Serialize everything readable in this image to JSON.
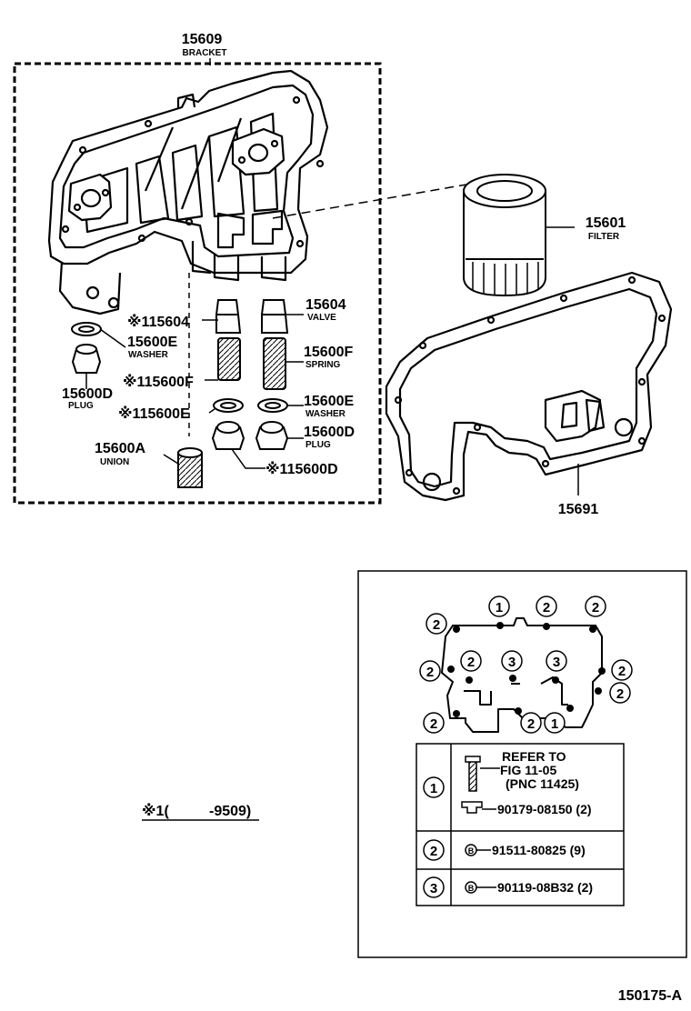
{
  "header": {
    "bracket_pn": "15609",
    "bracket_name": "BRACKET"
  },
  "parts": {
    "filter_pn": "15601",
    "filter_name": "FILTER",
    "valve_pn": "15604",
    "valve_name": "VALVE",
    "valve_pn_left": "※115604",
    "washer_pn_left": "15600E",
    "washer_name_left": "WASHER",
    "plug_pn_left": "15600D",
    "plug_name_left": "PLUG",
    "spring_pn_left": "※115600F",
    "washer_pn_left2": "※115600E",
    "union_pn": "15600A",
    "union_name": "UNION",
    "spring_pn": "15600F",
    "spring_name": "SPRING",
    "washer_pn_right": "15600E",
    "washer_name_right": "WASHER",
    "plug_pn_right": "15600D",
    "plug_name_right": "PLUG",
    "plug_pn_bottom": "※115600D",
    "gasket_pn": "15691"
  },
  "footnote": {
    "prefix": "※1(",
    "range": "-9509)"
  },
  "inset": {
    "callouts": [
      "2",
      "1",
      "2",
      "2",
      "2",
      "2",
      "3",
      "3",
      "2",
      "2",
      "2",
      "2",
      "1"
    ],
    "table": {
      "row1": {
        "key": "1",
        "line1": "REFER TO",
        "line2": "FIG 11-05",
        "line3": "(PNC 11425)",
        "line4": "90179-08150 (2)"
      },
      "row2": {
        "key": "2",
        "line1": "91511-80825 (9)"
      },
      "row3": {
        "key": "3",
        "line1": "90119-08B32 (2)"
      }
    }
  },
  "figure_id": "150175-A"
}
